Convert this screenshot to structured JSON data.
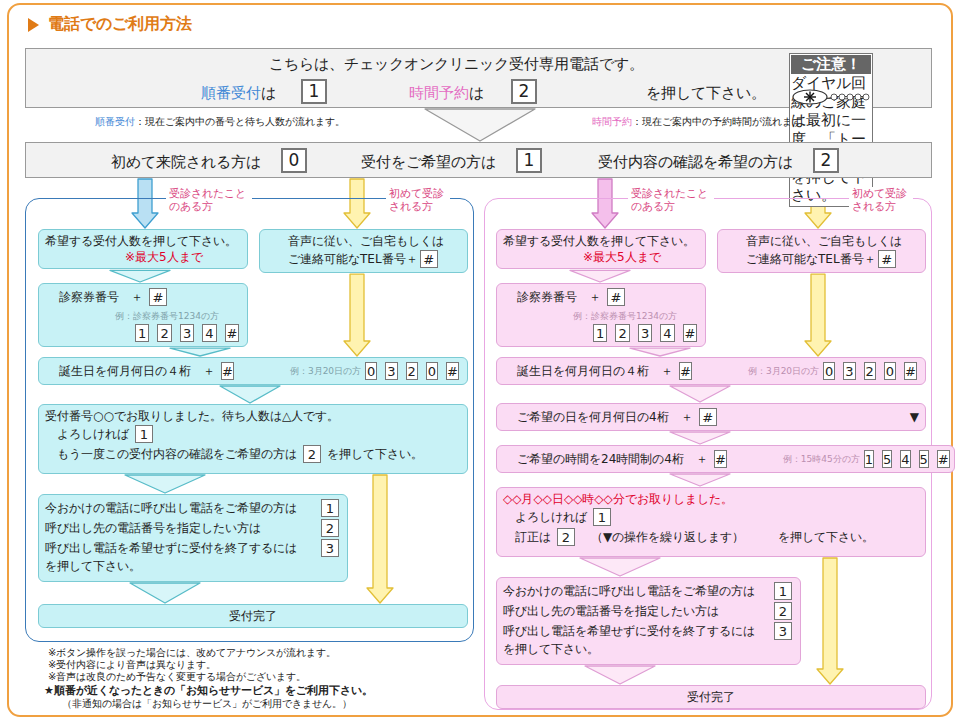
{
  "diagram": {
    "title": "電話でのご利用方法",
    "nodes": [
      {
        "text": [
          "こちらは、チェックオンクリニック受付専用電話です。",
          "順番受付",
          "は",
          "1",
          "時間予約",
          "は",
          "2",
          "を押して下さい。"
        ]
      },
      {
        "text": [
          "ご注意！",
          "ダイヤル回線のご家庭は最初に一度、「トーンボタン」を押して下さい。"
        ],
        "in": 0
      },
      {
        "text": [
          "初めて来院される方は",
          "0",
          "受付をご希望の方は",
          "1",
          "受付内容の確認を希望の方は",
          "2"
        ]
      },
      {
        "text": [
          "受診されたことのある方",
          "初めて受診される方"
        ]
      },
      {
        "text": [
          "希望する受付人数を押して下さい。",
          "※最大5人まで"
        ],
        "in": 3
      },
      {
        "text": [
          "音声に従い、ご自宅もしくはご連絡可能なTEL番号＋",
          "#"
        ],
        "in": 3
      },
      {
        "text": [
          "診察券番号　＋",
          "#",
          "例：診察券番号1234の方",
          "1",
          "2",
          "3",
          "4",
          "#"
        ],
        "in": 3
      },
      {
        "text": [
          "誕生日を何月何日の４桁　＋",
          "#",
          "例：3月20日の方",
          "0",
          "3",
          "2",
          "0",
          "#"
        ],
        "in": 3
      },
      {
        "text": [
          "受付番号○○でお取りしました。待ち人数は△人です。",
          "よろしければ",
          "1",
          "もう一度この受付内容の確認をご希望の方は",
          "2",
          "を押して下さい。"
        ],
        "in": 3
      },
      {
        "text": [
          "今おかけの電話に呼び出し電話をご希望の方は",
          "1",
          "呼び出し先の電話番号を指定したい方は",
          "2",
          "呼び出し電話を希望せずに受付を終了するには",
          "3",
          "を押して下さい。"
        ],
        "in": 3
      },
      {
        "text": [
          "受付完了"
        ],
        "in": 3
      },
      {
        "text": [
          "受診されたことのある方",
          "初めて受診される方"
        ]
      },
      {
        "text": [
          "希望する受付人数を押して下さい。",
          "※最大5人まで"
        ],
        "in": 11
      },
      {
        "text": [
          "音声に従い、ご自宅もしくはご連絡可能なTEL番号＋",
          "#"
        ],
        "in": 11
      },
      {
        "text": [
          "診察券番号　＋",
          "#",
          "例：診察券番号1234の方",
          "1",
          "2",
          "3",
          "4",
          "#"
        ],
        "in": 11
      },
      {
        "text": [
          "誕生日を何月何日の４桁　＋",
          "#",
          "例：3月20日の方",
          "0",
          "3",
          "2",
          "0",
          "#"
        ],
        "in": 11
      },
      {
        "text": [
          "ご希望の日を何月何日の4桁　＋",
          "#",
          "▼"
        ],
        "in": 11
      },
      {
        "text": [
          "ご希望の時間を24時間制の4桁　＋",
          "#",
          "例：15時45分の方",
          "1",
          "5",
          "4",
          "5",
          "#"
        ],
        "in": 11
      },
      {
        "text": [
          "◇◇月◇◇日◇◇時◇◇分でお取りしました。",
          "よろしければ",
          "1",
          "訂正は",
          "2",
          "（▼の操作を繰り返します）",
          "を押して下さい。"
        ],
        "in": 11
      },
      {
        "text": [
          "今おかけの電話に呼び出し電話をご希望の方は",
          "1",
          "呼び出し先の電話番号を指定したい方は",
          "2",
          "呼び出し電話を希望せずに受付を終了するには",
          "3",
          "を押して下さい。"
        ],
        "in": 11
      },
      {
        "text": [
          "受付完了"
        ],
        "in": 11
      }
    ],
    "edges": [
      {
        "from": 0,
        "to": 2,
        "arrow": "to"
      },
      {
        "from": 2,
        "to": 4,
        "arrow": "to"
      },
      {
        "from": 2,
        "to": 5,
        "arrow": "to"
      },
      {
        "from": 2,
        "to": 12,
        "arrow": "to"
      },
      {
        "from": 2,
        "to": 13,
        "arrow": "to"
      },
      {
        "from": 4,
        "to": 6,
        "arrow": "to"
      },
      {
        "from": 6,
        "to": 7,
        "arrow": "to"
      },
      {
        "from": 5,
        "to": 7,
        "arrow": "to"
      },
      {
        "from": 7,
        "to": 8,
        "arrow": "to"
      },
      {
        "from": 8,
        "to": 9,
        "arrow": "to"
      },
      {
        "from": 9,
        "to": 10,
        "arrow": "to"
      },
      {
        "from": 8,
        "to": 10,
        "arrow": "to"
      },
      {
        "from": 12,
        "to": 14,
        "arrow": "to"
      },
      {
        "from": 14,
        "to": 15,
        "arrow": "to"
      },
      {
        "from": 13,
        "to": 15,
        "arrow": "to"
      },
      {
        "from": 15,
        "to": 16,
        "arrow": "to"
      },
      {
        "from": 16,
        "to": 17,
        "arrow": "to"
      },
      {
        "from": 17,
        "to": 18,
        "arrow": "to"
      },
      {
        "from": 18,
        "to": 19,
        "arrow": "to"
      },
      {
        "from": 19,
        "to": 20,
        "arrow": "to"
      },
      {
        "from": 18,
        "to": 20,
        "arrow": "to"
      }
    ],
    "labels": [
      "順番受付",
      "：現在ご案内中の番号と待ち人数が流れます。",
      "時間予約",
      "：現在ご案内中の予約時間が流れます。",
      "※ボタン操作を誤った場合には、改めてアナウンスが流れます。",
      "※受付内容により音声は異なります。",
      "※音声は改良のため予告なく変更する場合がございます。",
      "★順番が近くなったときの「お知らせサービス」をご利用下さい。",
      "（非通知の場合は「お知らせサービス」がご利用できません。）"
    ]
  }
}
